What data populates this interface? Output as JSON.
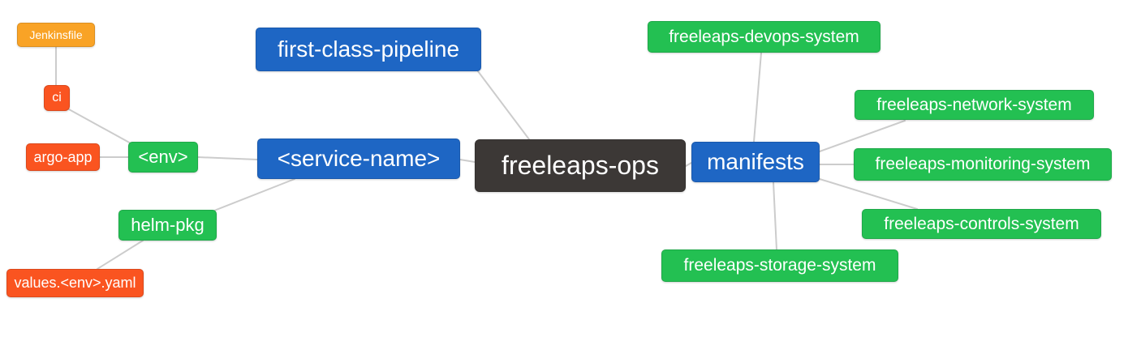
{
  "palette": {
    "blue": "#1e66c4",
    "green": "#23c052",
    "orange_red": "#fa5420",
    "amber": "#f9a326",
    "dark": "#3c3836",
    "edge": "#cccccc",
    "node_text": "#ffffff",
    "background": "#ffffff"
  },
  "diagram": {
    "type": "mindmap",
    "root": "freeleaps-ops",
    "nodes": [
      {
        "id": "jenkinsfile",
        "label": "Jenkinsfile",
        "color": "amber"
      },
      {
        "id": "ci",
        "label": "ci",
        "color": "orange_red"
      },
      {
        "id": "argo-app",
        "label": "argo-app",
        "color": "orange_red"
      },
      {
        "id": "env",
        "label": "<env>",
        "color": "green"
      },
      {
        "id": "helm-pkg",
        "label": "helm-pkg",
        "color": "green"
      },
      {
        "id": "values-env-yaml",
        "label": "values.<env>.yaml",
        "color": "orange_red"
      },
      {
        "id": "first-class-pipeline",
        "label": "first-class-pipeline",
        "color": "blue"
      },
      {
        "id": "service-name",
        "label": "<service-name>",
        "color": "blue"
      },
      {
        "id": "freeleaps-ops",
        "label": "freeleaps-ops",
        "color": "dark"
      },
      {
        "id": "manifests",
        "label": "manifests",
        "color": "blue"
      },
      {
        "id": "freeleaps-devops-system",
        "label": "freeleaps-devops-system",
        "color": "green"
      },
      {
        "id": "freeleaps-network-system",
        "label": "freeleaps-network-system",
        "color": "green"
      },
      {
        "id": "freeleaps-monitoring-system",
        "label": "freeleaps-monitoring-system",
        "color": "green"
      },
      {
        "id": "freeleaps-controls-system",
        "label": "freeleaps-controls-system",
        "color": "green"
      },
      {
        "id": "freeleaps-storage-system",
        "label": "freeleaps-storage-system",
        "color": "green"
      }
    ],
    "edges": [
      {
        "from": "jenkinsfile",
        "to": "ci"
      },
      {
        "from": "ci",
        "to": "env"
      },
      {
        "from": "argo-app",
        "to": "env"
      },
      {
        "from": "env",
        "to": "service-name"
      },
      {
        "from": "helm-pkg",
        "to": "service-name"
      },
      {
        "from": "values-env-yaml",
        "to": "helm-pkg"
      },
      {
        "from": "first-class-pipeline",
        "to": "freeleaps-ops"
      },
      {
        "from": "service-name",
        "to": "freeleaps-ops"
      },
      {
        "from": "freeleaps-ops",
        "to": "manifests"
      },
      {
        "from": "manifests",
        "to": "freeleaps-devops-system"
      },
      {
        "from": "manifests",
        "to": "freeleaps-network-system"
      },
      {
        "from": "manifests",
        "to": "freeleaps-monitoring-system"
      },
      {
        "from": "manifests",
        "to": "freeleaps-controls-system"
      },
      {
        "from": "manifests",
        "to": "freeleaps-storage-system"
      }
    ]
  }
}
